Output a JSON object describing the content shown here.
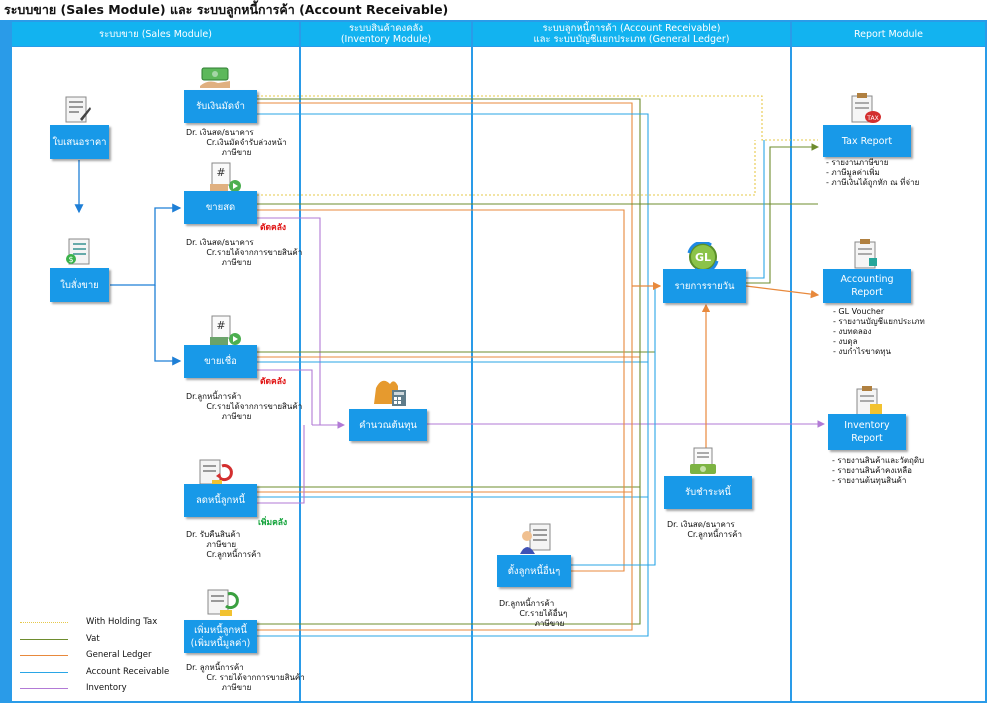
{
  "title": "ระบบขาย (Sales Module) และ ระบบลูกหนี้การค้า (Account Receivable)",
  "lanes": [
    {
      "label1": "ระบบขาย (Sales Module)",
      "label2": ""
    },
    {
      "label1": "ระบบสินค้าคงคลัง",
      "label2": "(Inventory Module)"
    },
    {
      "label1": "ระบบลูกหนี้การค้า (Account Receivable)",
      "label2": "และ ระบบบัญชีแยกประเภท (General Ledger)"
    },
    {
      "label1": "Report Module",
      "label2": ""
    }
  ],
  "boxes": {
    "quotation": "ใบเสนอราคา",
    "sales_order": "ใบสั่งขาย",
    "deposit": "รับเงินมัดจำ",
    "cash_sale": "ขายสด",
    "credit_sale": "ขายเชื่อ",
    "credit_note": "ลดหนี้ลูกหนี้",
    "debit_note_1": "เพิ่มหนี้ลูกหนี้",
    "debit_note_2": "(เพิ่มหนี้มูลค่า)",
    "cost_calc": "คำนวณต้นทุน",
    "daily_journal": "รายการรายวัน",
    "receive_payment": "รับชำระหนี้",
    "other_receivable": "ตั้งลูกหนี้อื่นๆ",
    "tax_report": "Tax Report",
    "accounting_report_1": "Accounting",
    "accounting_report_2": "Report",
    "inventory_report_1": "Inventory",
    "inventory_report_2": "Report"
  },
  "notes": {
    "deposit": "Dr. เงินสด/ธนาคาร\n        Cr.เงินมัดจำรับล่วงหน้า\n              ภาษีขาย",
    "cash_sale": "Dr. เงินสด/ธนาคาร\n        Cr.รายได้จากการขายสินค้า\n              ภาษีขาย",
    "credit_sale": "Dr.ลูกหนี้การค้า\n        Cr.รายได้จากการขายสินค้า\n              ภาษีขาย",
    "credit_note": "Dr. รับคืนสินค้า\n        ภาษีขาย\n        Cr.ลูกหนี้การค้า",
    "debit_note": "Dr. ลูกหนี้การค้า\n        Cr. รายได้จากการขายสินค้า\n              ภาษีขาย",
    "receive_payment": "Dr. เงินสด/ธนาคาร\n        Cr.ลูกหนี้การค้า",
    "other_receivable": "Dr.ลูกหนี้การค้า\n        Cr.รายได้อื่นๆ\n              ภาษีขาย"
  },
  "stock_cut_1": "ตัดคลัง",
  "stock_cut_2": "ตัดคลัง",
  "stock_add": "เพิ่มคลัง",
  "icon_labels": {
    "gl": "GL",
    "tax": "TAX",
    "hash": "#"
  },
  "tax_report_items": [
    "- รายงานภาษีขาย",
    "- ภาษีมูลค่าเพิ่ม",
    "- ภาษีเงินได้ถูกหัก ณ ที่จ่าย"
  ],
  "accounting_report_items": [
    "- GL Voucher",
    "- รายงานบัญชีแยกประเภท",
    "- งบทดลอง",
    "- งบดุล",
    "- งบกำไรขาดทุน"
  ],
  "inventory_report_items": [
    "- รายงานสินค้าและวัตถุดิบ",
    "- รายงานสินค้าคงเหลือ",
    "- รายงานต้นทุนสินค้า"
  ],
  "legend": [
    {
      "label": "With Holding Tax",
      "color": "#e6c84a",
      "dashed": true
    },
    {
      "label": "Vat",
      "color": "#6e8c2e",
      "dashed": false
    },
    {
      "label": "General Ledger",
      "color": "#e8893c",
      "dashed": false
    },
    {
      "label": "Account Receivable",
      "color": "#2aa6e6",
      "dashed": false
    },
    {
      "label": "Inventory",
      "color": "#b27ad6",
      "dashed": false
    }
  ],
  "colors": {
    "wht": "#e6c84a",
    "vat": "#6e8c2e",
    "gl": "#e8893c",
    "ar": "#2aa6e6",
    "inv": "#b27ad6",
    "flow": "#1e7fd6"
  }
}
